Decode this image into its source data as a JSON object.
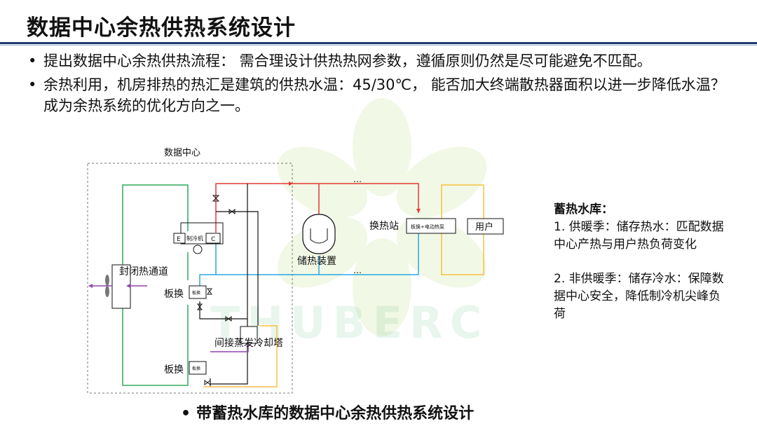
{
  "title": "数据中心余热供热系统设计",
  "bullets": [
    "提出数据中心余热供热流程： 需合理设计供热热网参数，遵循原则仍然是尽可能避免不匹配。",
    "余热利用，机房排热的热汇是建筑的供热水温：45/30℃， 能否加大终端散热器面积以进一步降低水温？成为余热系统的优化方向之一。"
  ],
  "bullet_symbol": "•",
  "diagram": {
    "dc_label": "数据中心",
    "closed_channel": "封闭热通道",
    "plate_hx_1": "板换",
    "plate_hx_2": "板换",
    "plate_small": "板换",
    "plate_small_2": "板换",
    "chiller": "制冷机",
    "evap": "E",
    "cond": "C",
    "storage": "储热装置",
    "station": "换热站",
    "station_box": "板换+电动热泵",
    "user": "用户",
    "tower": "间接蒸发冷却塔",
    "ellipsis_top": "…",
    "ellipsis_mid": "…",
    "colors": {
      "hot": "#e53935",
      "cold": "#29a8e0",
      "green": "#2eaa5c",
      "yellow": "#f5c242",
      "purple": "#8e44ad",
      "black": "#111111"
    }
  },
  "side": {
    "heading": "蓄热水库：",
    "p1": "1. 供暖季：储存热水：匹配数据中心产热与用户热负荷变化",
    "p2": "2. 非供暖季：储存冷水：保障数据中心安全，降低制冷机尖峰负荷"
  },
  "caption": "带蓄热水库的数据中心余热供热系统设计",
  "watermark": "THUBERC"
}
